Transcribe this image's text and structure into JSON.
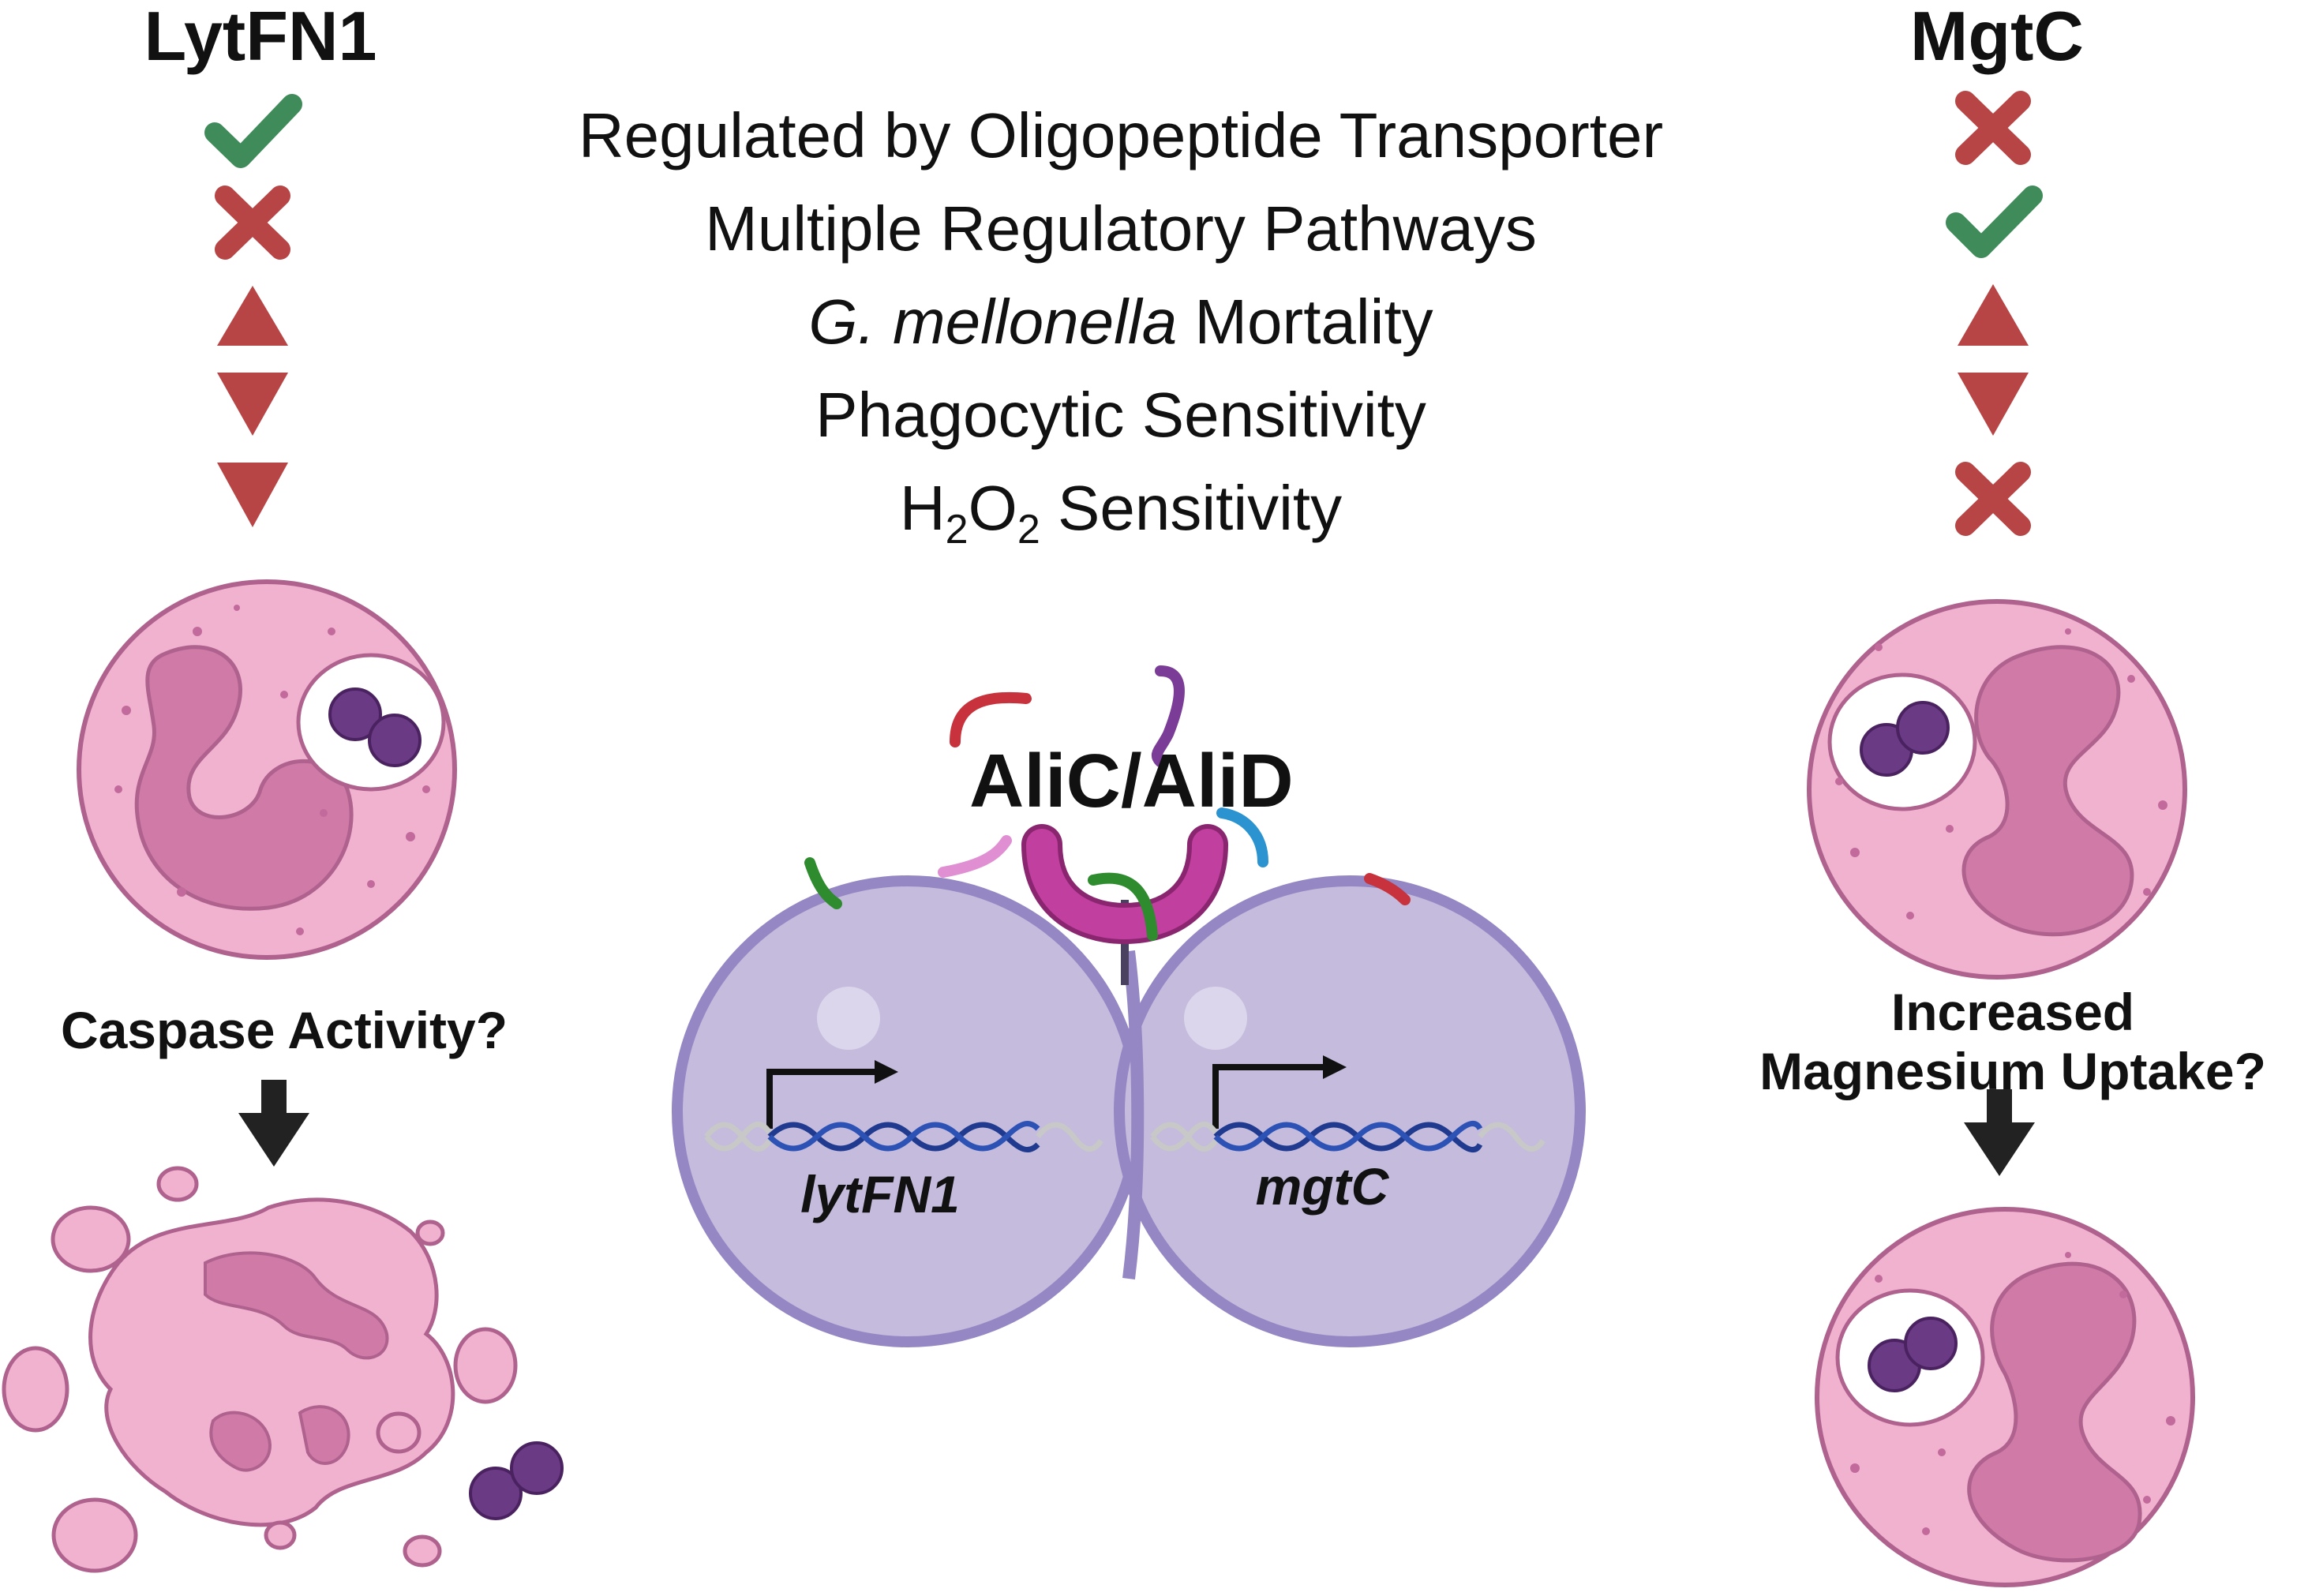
{
  "left_column": {
    "title": "LytFN1",
    "indicators": [
      "check-icon",
      "cross-icon",
      "up-triangle-icon",
      "down-triangle-icon",
      "down-triangle-icon"
    ],
    "caption": "Caspase Activity?"
  },
  "right_column": {
    "title": "MgtC",
    "indicators": [
      "cross-icon",
      "check-icon",
      "up-triangle-icon",
      "down-triangle-icon",
      "cross-icon"
    ],
    "caption_line1": "Increased",
    "caption_line2": "Magnesium Uptake?"
  },
  "features": {
    "f1": "Regulated by Oligopeptide Transporter",
    "f2": "Multiple Regulatory Pathways",
    "f3_italic": "G. mellonella",
    "f3_rest": " Mortality",
    "f4": "Phagocytic Sensitivity",
    "f5_h": "H",
    "f5_sub1": "2",
    "f5_o": "O",
    "f5_sub2": "2",
    "f5_rest": " Sensitivity"
  },
  "center": {
    "complex_label": "AliC/AliD",
    "gene_left": "lytFN1",
    "gene_right": "mgtC"
  },
  "colors": {
    "check": "#3f8c5a",
    "cross_triangle": "#b84545",
    "cell_fill": "#f0b2cf",
    "cell_nucleus": "#d07aa8",
    "bacterium": "#6a3a84",
    "bacterium_membrane": "#c4bbdd",
    "receptor": "#b8348f",
    "dna": "#1f3a8f",
    "arrow": "#222222"
  }
}
